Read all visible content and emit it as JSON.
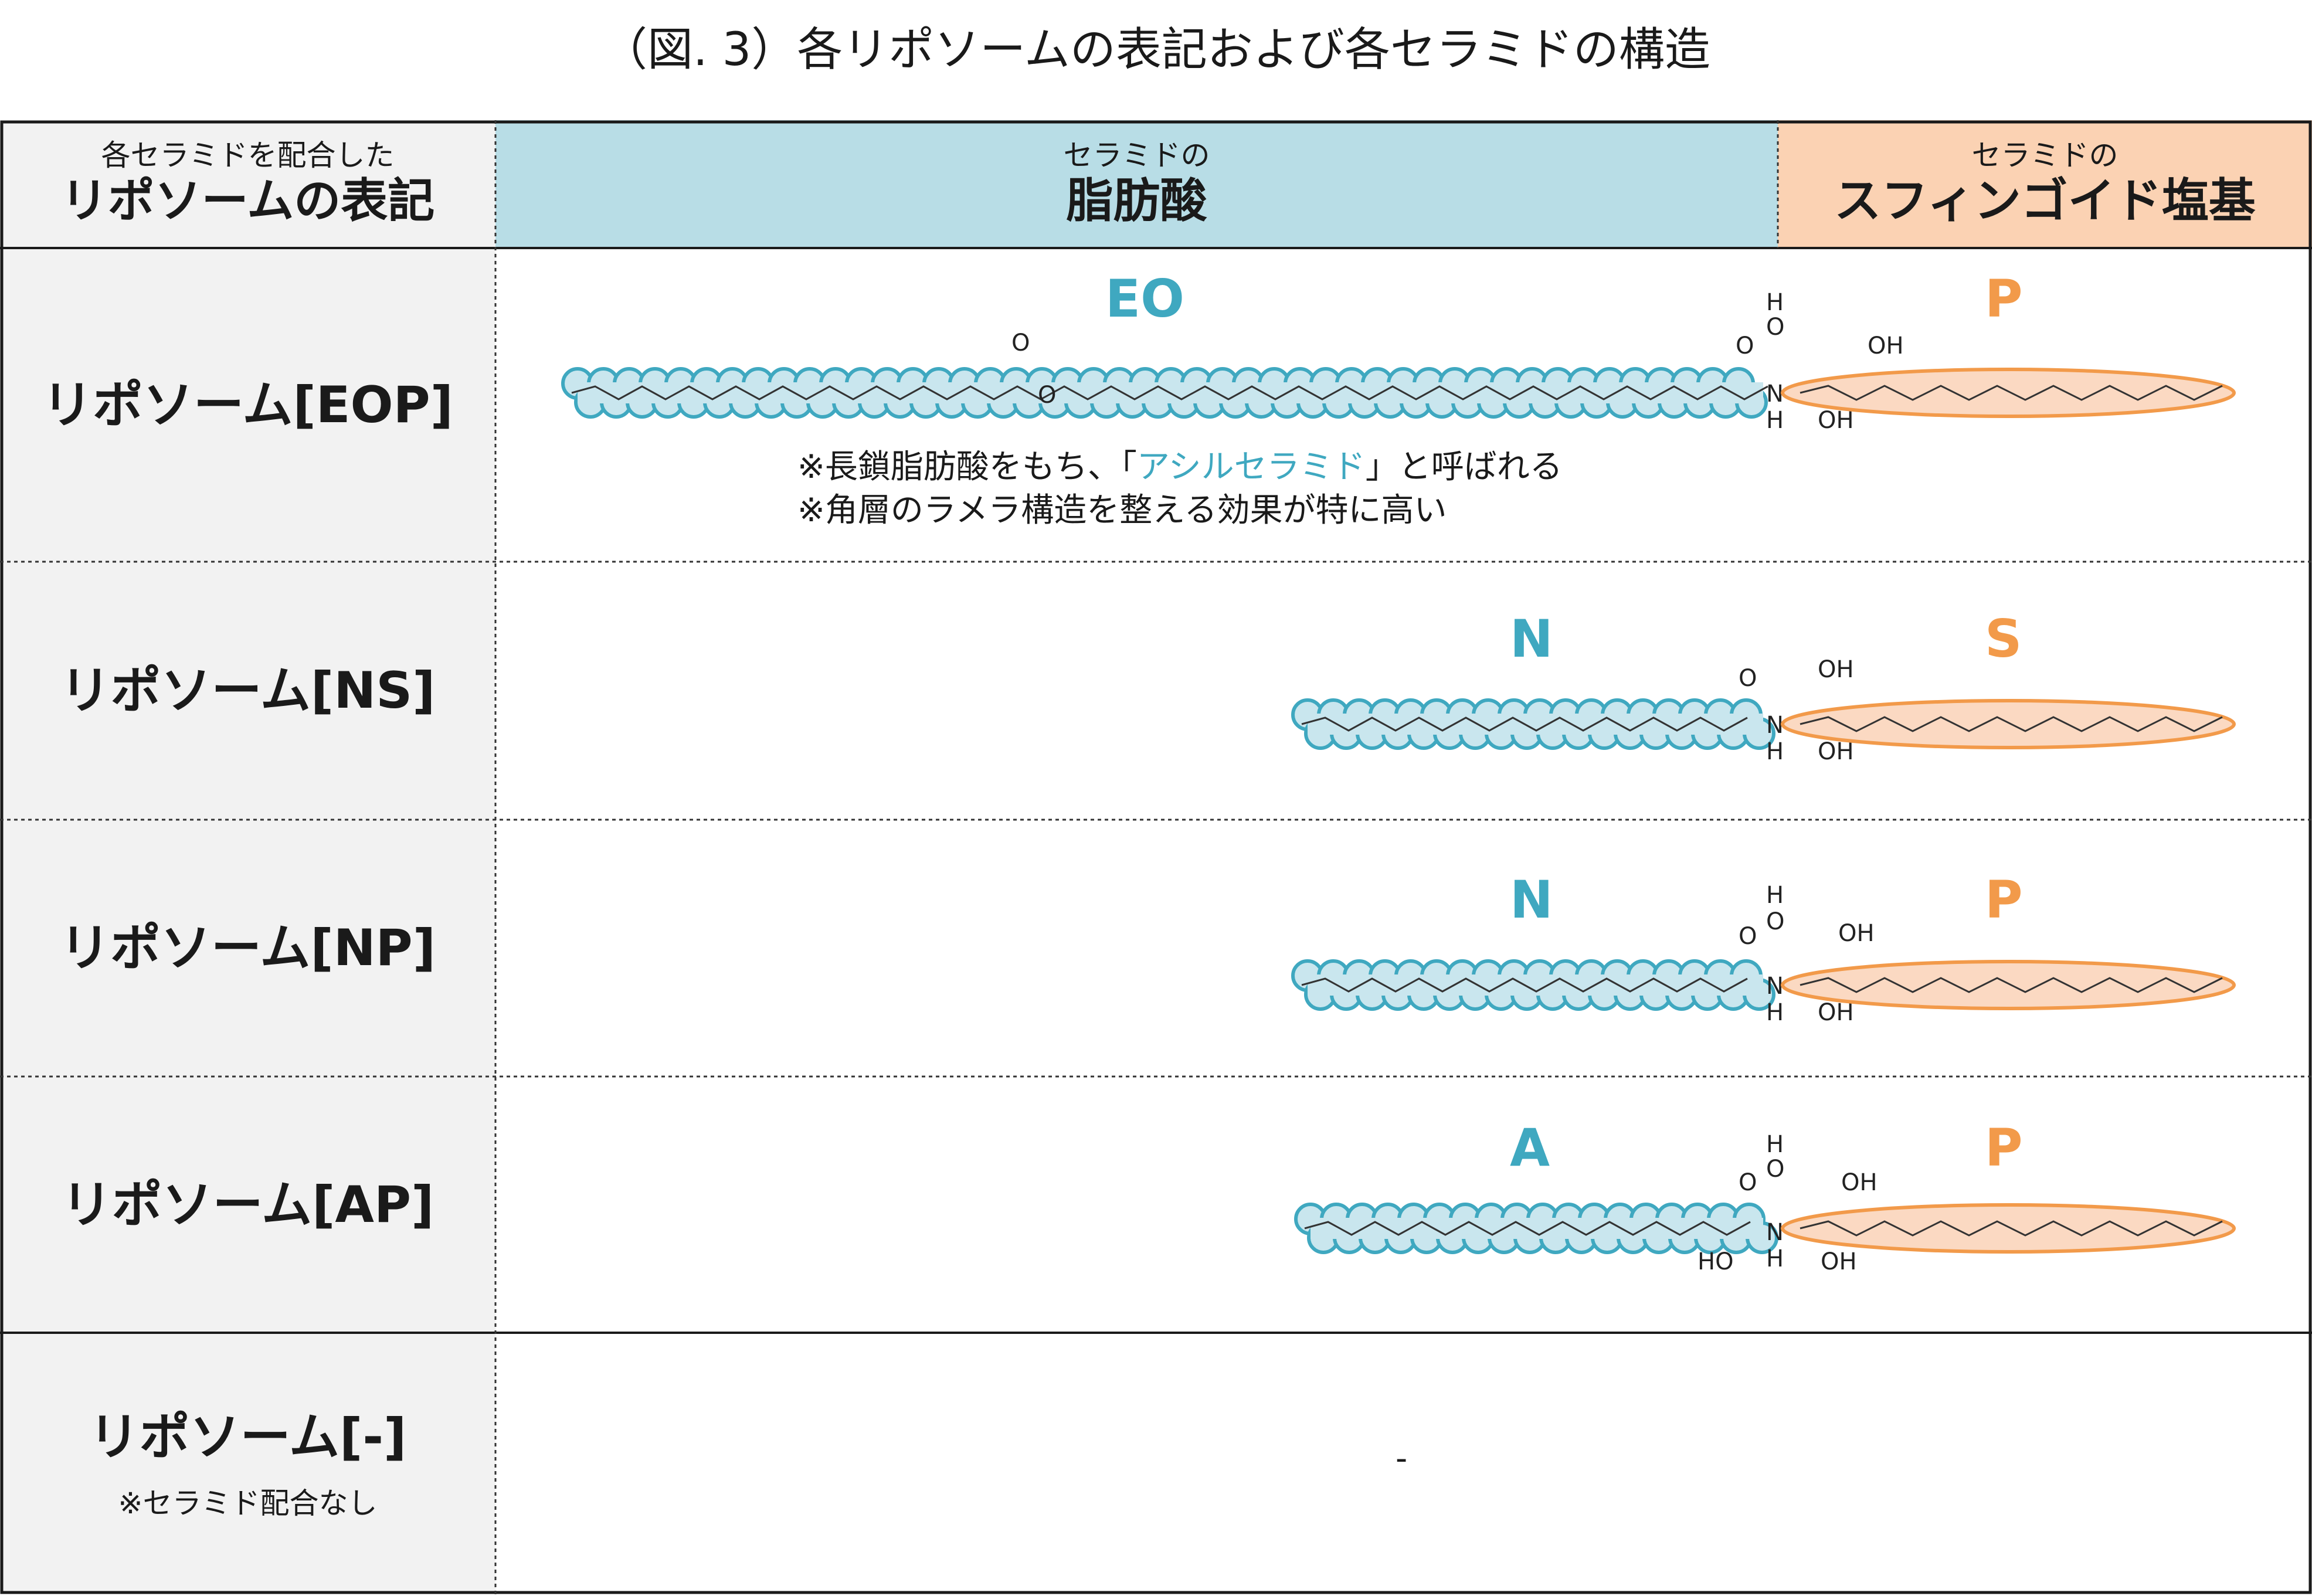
{
  "title": "（図. 3）各リポソームの表記および各セラミドの構造",
  "header": {
    "col1_small": "各セラミドを配合した",
    "col1_big": "リポソームの表記",
    "col2_small": "セラミドの",
    "col2_big": "脂肪酸",
    "col3_small": "セラミドの",
    "col3_big": "スフィンゴイド塩基"
  },
  "rows": [
    {
      "label": "リポソーム[EOP]",
      "fa_code": "EO",
      "sb_code": "P"
    },
    {
      "label": "リポソーム[NS]",
      "fa_code": "N",
      "sb_code": "S"
    },
    {
      "label": "リポソーム[NP]",
      "fa_code": "N",
      "sb_code": "P"
    },
    {
      "label": "リポソーム[AP]",
      "fa_code": "A",
      "sb_code": "P"
    },
    {
      "label": "リポソーム[-]",
      "note": "※セラミド配合なし",
      "content": "-"
    }
  ],
  "eop_notes": {
    "line1_pre": "※長鎖脂肪酸をもち、「",
    "line1_em": "アシルセラミド",
    "line1_post": "」と呼ばれる",
    "line2": "※角層のラメラ構造を整える効果が特に高い"
  },
  "atoms": {
    "o": "O",
    "h": "H",
    "n": "N",
    "oh": "OH",
    "ho": "HO"
  },
  "colors": {
    "fa_fill": "#c9e6ee",
    "fa_stroke": "#3fa8c0",
    "sb_fill": "#fbd9c2",
    "sb_stroke": "#f29a4a",
    "header_left": "#f2f2f2",
    "header_fa": "#b8dde6",
    "header_sb": "#fbd2b3",
    "fa_code": "#3fa8c0",
    "sb_code": "#f29a4a"
  }
}
